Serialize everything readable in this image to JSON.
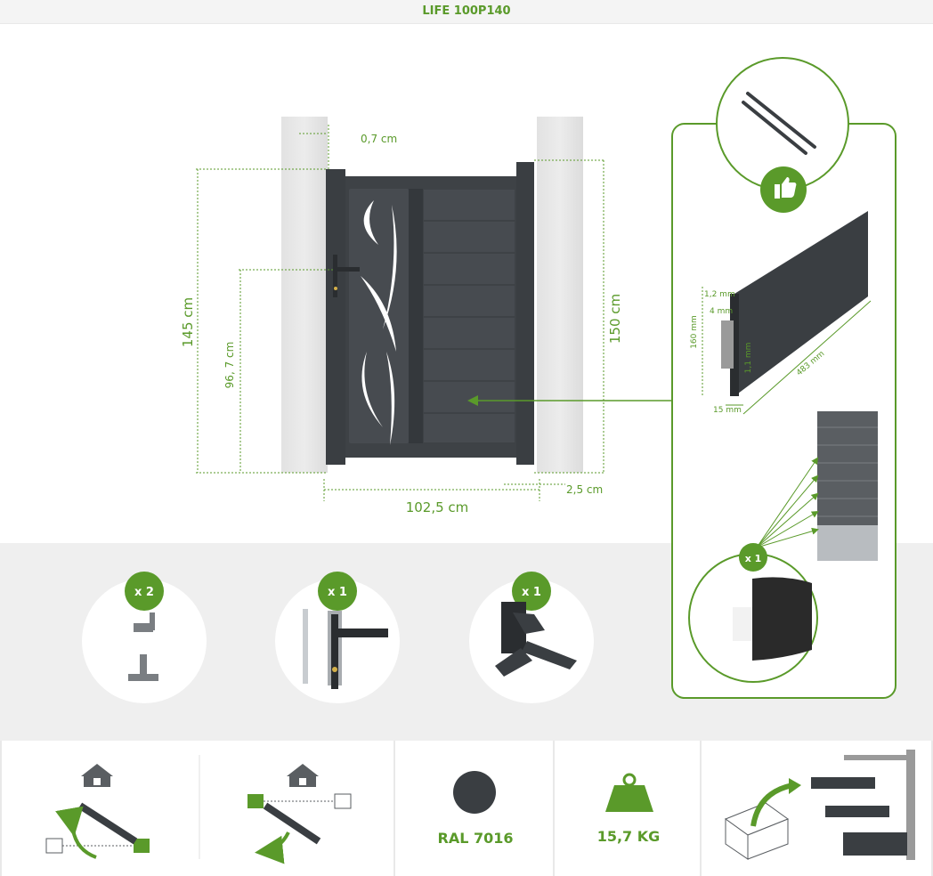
{
  "header": {
    "title": "LIFE 100P140"
  },
  "dimensions": {
    "gap_top": "0,7 cm",
    "height_left": "145 cm",
    "height_right": "150 cm",
    "handle_height": "96, 7 cm",
    "width": "102,5 cm",
    "gap_side": "2,5 cm"
  },
  "profile": {
    "thick_1": "1,2 mm",
    "thick_2": "4 mm",
    "height": "160 mm",
    "wall": "1,1 mm",
    "depth": "15 mm",
    "length": "483 mm"
  },
  "accessories": [
    {
      "count": "x 2",
      "icon": "hinge-icon"
    },
    {
      "count": "x 1",
      "icon": "handle-lock-icon"
    },
    {
      "count": "x 1",
      "icon": "latch-stop-icon"
    }
  ],
  "panel_detail": {
    "count": "x 1"
  },
  "specs": {
    "color": "RAL 7016",
    "color_hex": "#3a3e42",
    "weight": "15,7 KG"
  },
  "colors": {
    "accent": "#5a9a2a",
    "anthracite": "#3a3e42"
  }
}
